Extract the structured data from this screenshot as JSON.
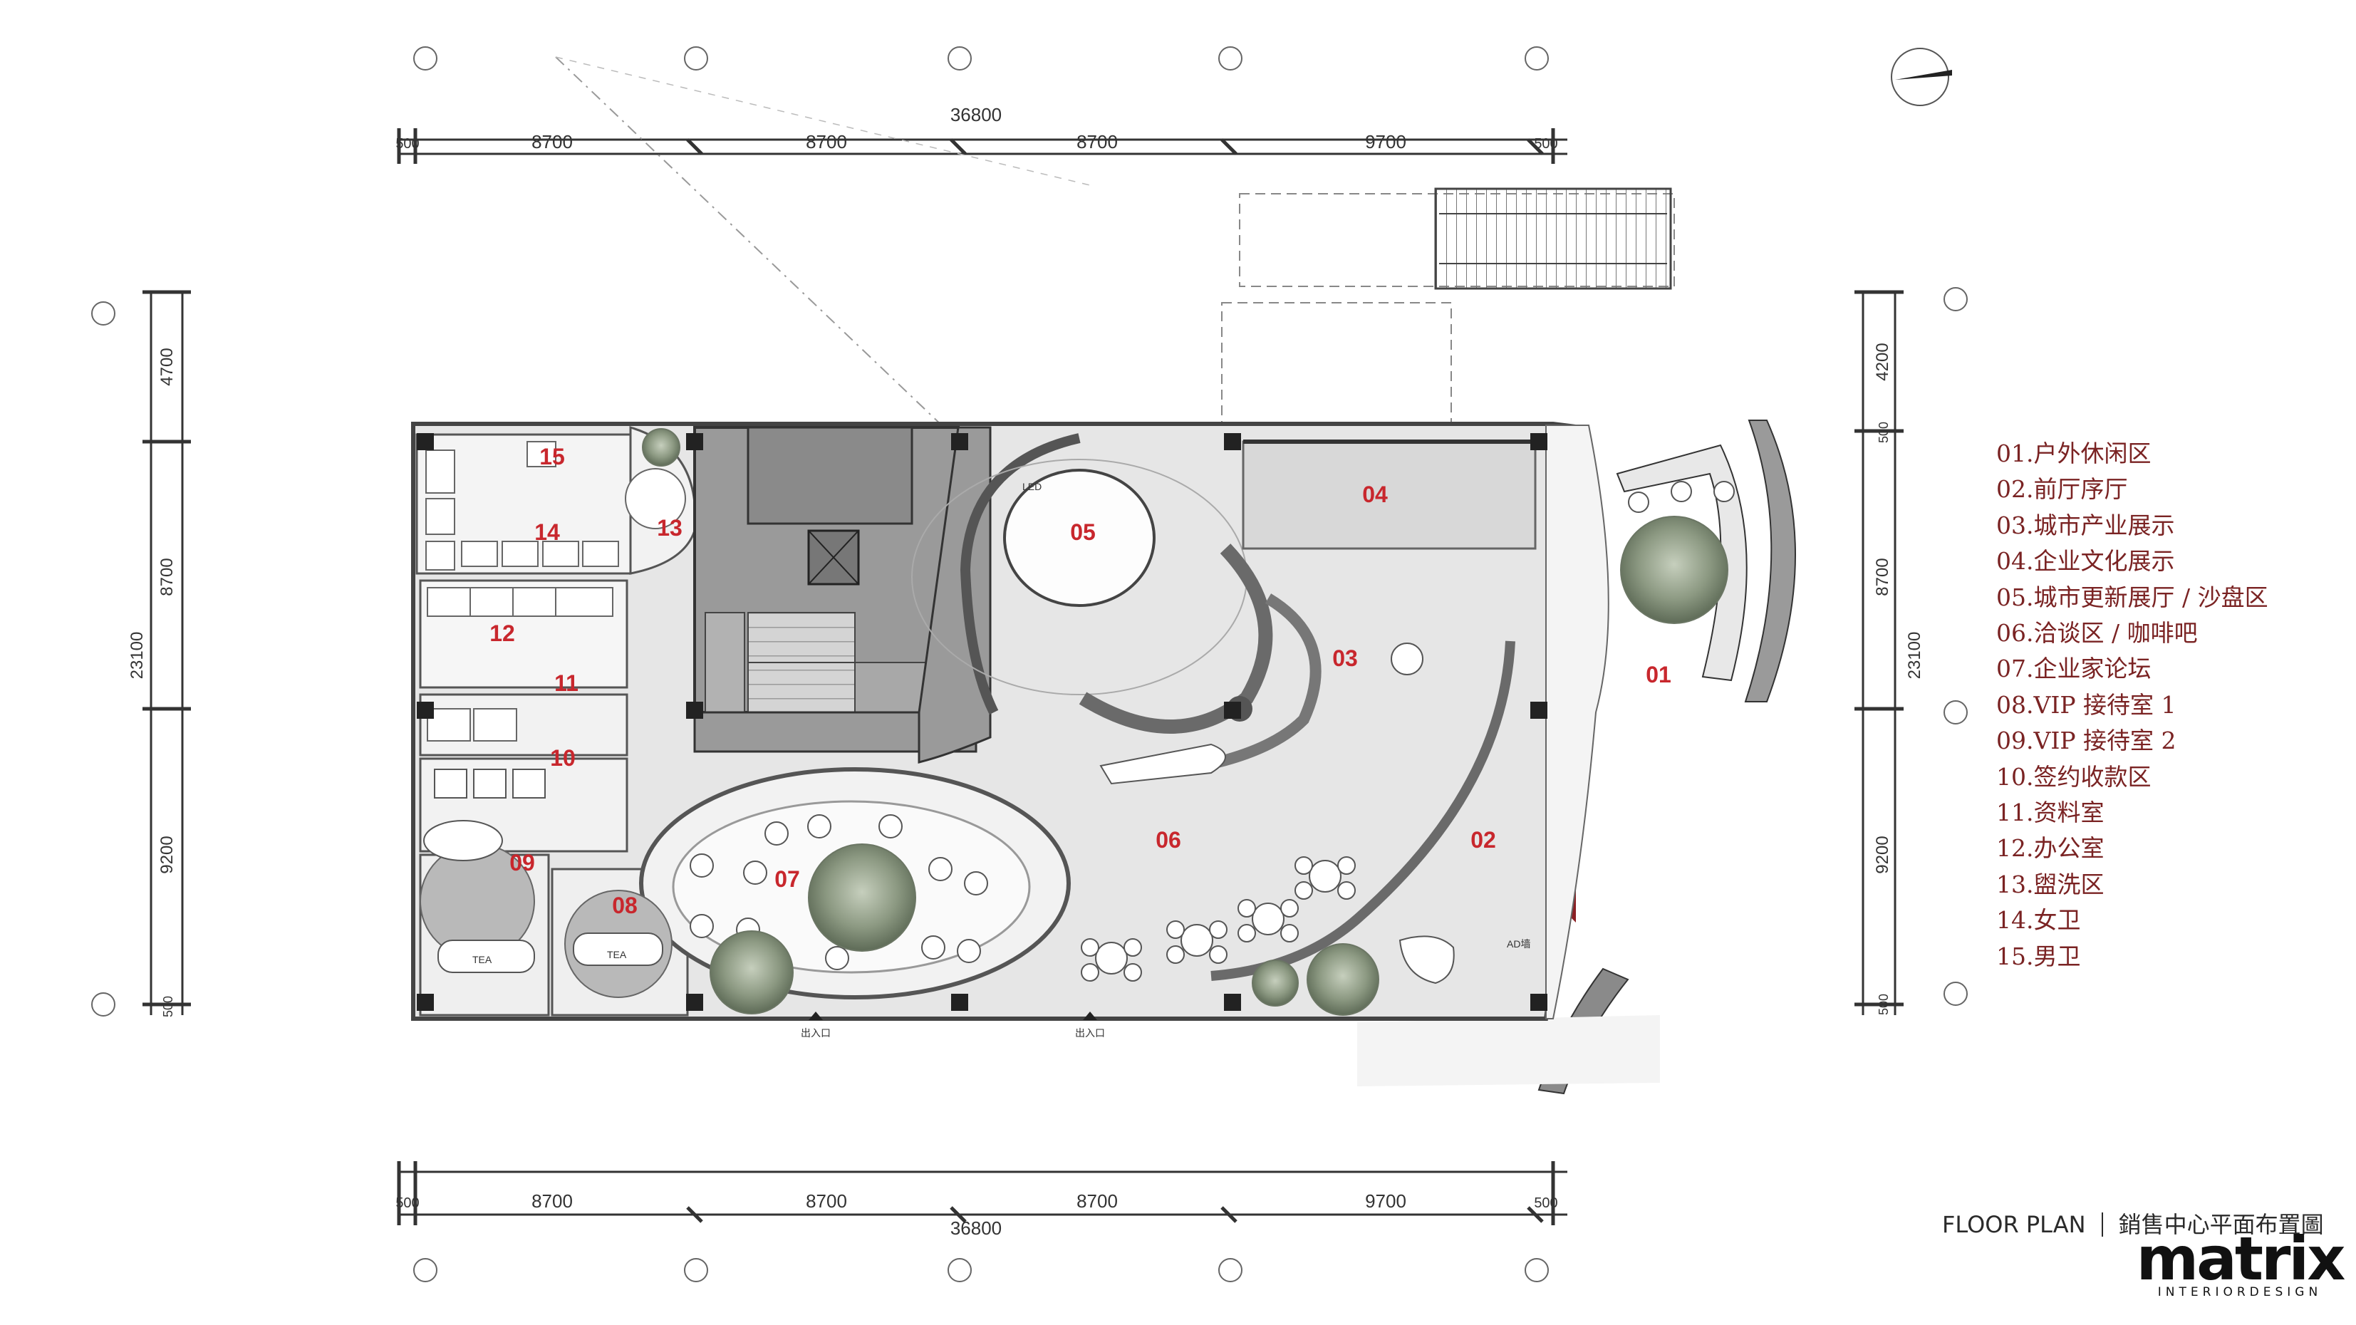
{
  "dimensions": {
    "top_total": "36800",
    "top_spans": [
      "500",
      "8700",
      "8700",
      "8700",
      "9700",
      "500"
    ],
    "bottom_total": "36800",
    "bottom_spans": [
      "500",
      "8700",
      "8700",
      "8700",
      "9700",
      "500"
    ],
    "left_spans": [
      "4700",
      "8700",
      "23100",
      "9200",
      "500"
    ],
    "right_spans": [
      "4200",
      "500",
      "8700",
      "23100",
      "9200",
      "500"
    ]
  },
  "room_numbers": [
    "01",
    "02",
    "03",
    "04",
    "05",
    "06",
    "07",
    "08",
    "09",
    "10",
    "11",
    "12",
    "13",
    "14",
    "15"
  ],
  "plan_labels": {
    "led": "LED",
    "tea1": "TEA",
    "tea2": "TEA",
    "ad": "AD墙",
    "entrance1": "出入口",
    "entrance2": "出入口"
  },
  "legend": [
    "01.户外休闲区",
    "02.前厅序厅",
    "03.城市产业展示",
    "04.企业文化展示",
    "05.城市更新展厅 / 沙盘区",
    "06.洽谈区 / 咖啡吧",
    "07.企业家论坛",
    "08.VIP 接待室 1",
    "09.VIP 接待室 2",
    "10.签约收款区",
    "11.资料室",
    "12.办公室",
    "13.盥洗区",
    "14.女卫",
    "15.男卫"
  ],
  "footer": {
    "title_en": "FLOOR PLAN",
    "title_cn": "銷售中心平面布置圖"
  },
  "logo": {
    "word": "matrix",
    "sub": "INTERIORDESIGN"
  },
  "colors": {
    "room_number": "#c8272d",
    "legend_text": "#7a2323",
    "entrance_marker": "#8b1f24",
    "wall": "#555555",
    "floor": "#e6e6e6",
    "core": "#9a9a9a"
  }
}
